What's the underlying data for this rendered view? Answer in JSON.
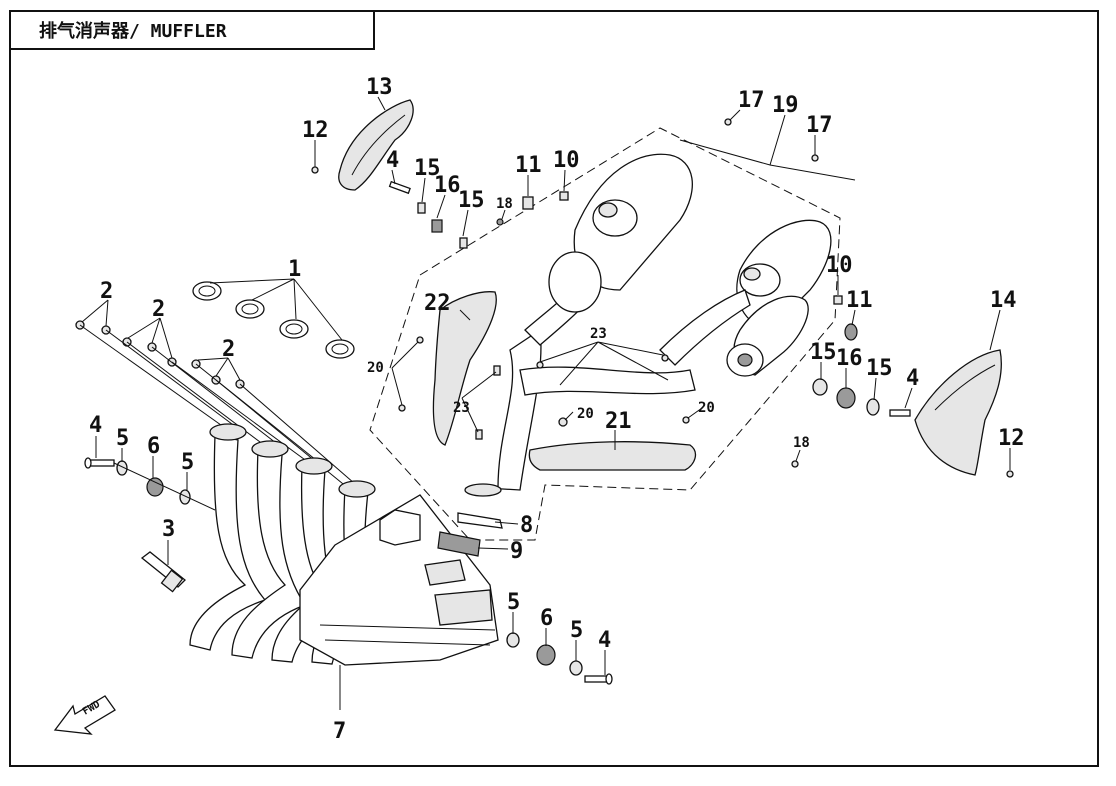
{
  "title": "排气消声器/ MUFFLER",
  "fwd_label": "FWD",
  "callouts": {
    "c1": "1",
    "c2a": "2",
    "c2b": "2",
    "c2c": "2",
    "c3": "3",
    "c4a": "4",
    "c4b": "4",
    "c4c": "4",
    "c5a": "5",
    "c5b": "5",
    "c5c": "5",
    "c5d": "5",
    "c6a": "6",
    "c6b": "6",
    "c7": "7",
    "c8": "8",
    "c9": "9",
    "c10a": "10",
    "c10b": "10",
    "c11a": "11",
    "c11b": "11",
    "c12a": "12",
    "c12b": "12",
    "c13": "13",
    "c14": "14",
    "c15a": "15",
    "c15b": "15",
    "c15c": "15",
    "c15d": "15",
    "c16a": "16",
    "c16b": "16",
    "c17a": "17",
    "c17b": "17",
    "c18a": "18",
    "c18b": "18",
    "c19": "19",
    "c20a": "20",
    "c20b": "20",
    "c20c": "20",
    "c21": "21",
    "c22": "22",
    "c23a": "23",
    "c23b": "23"
  }
}
